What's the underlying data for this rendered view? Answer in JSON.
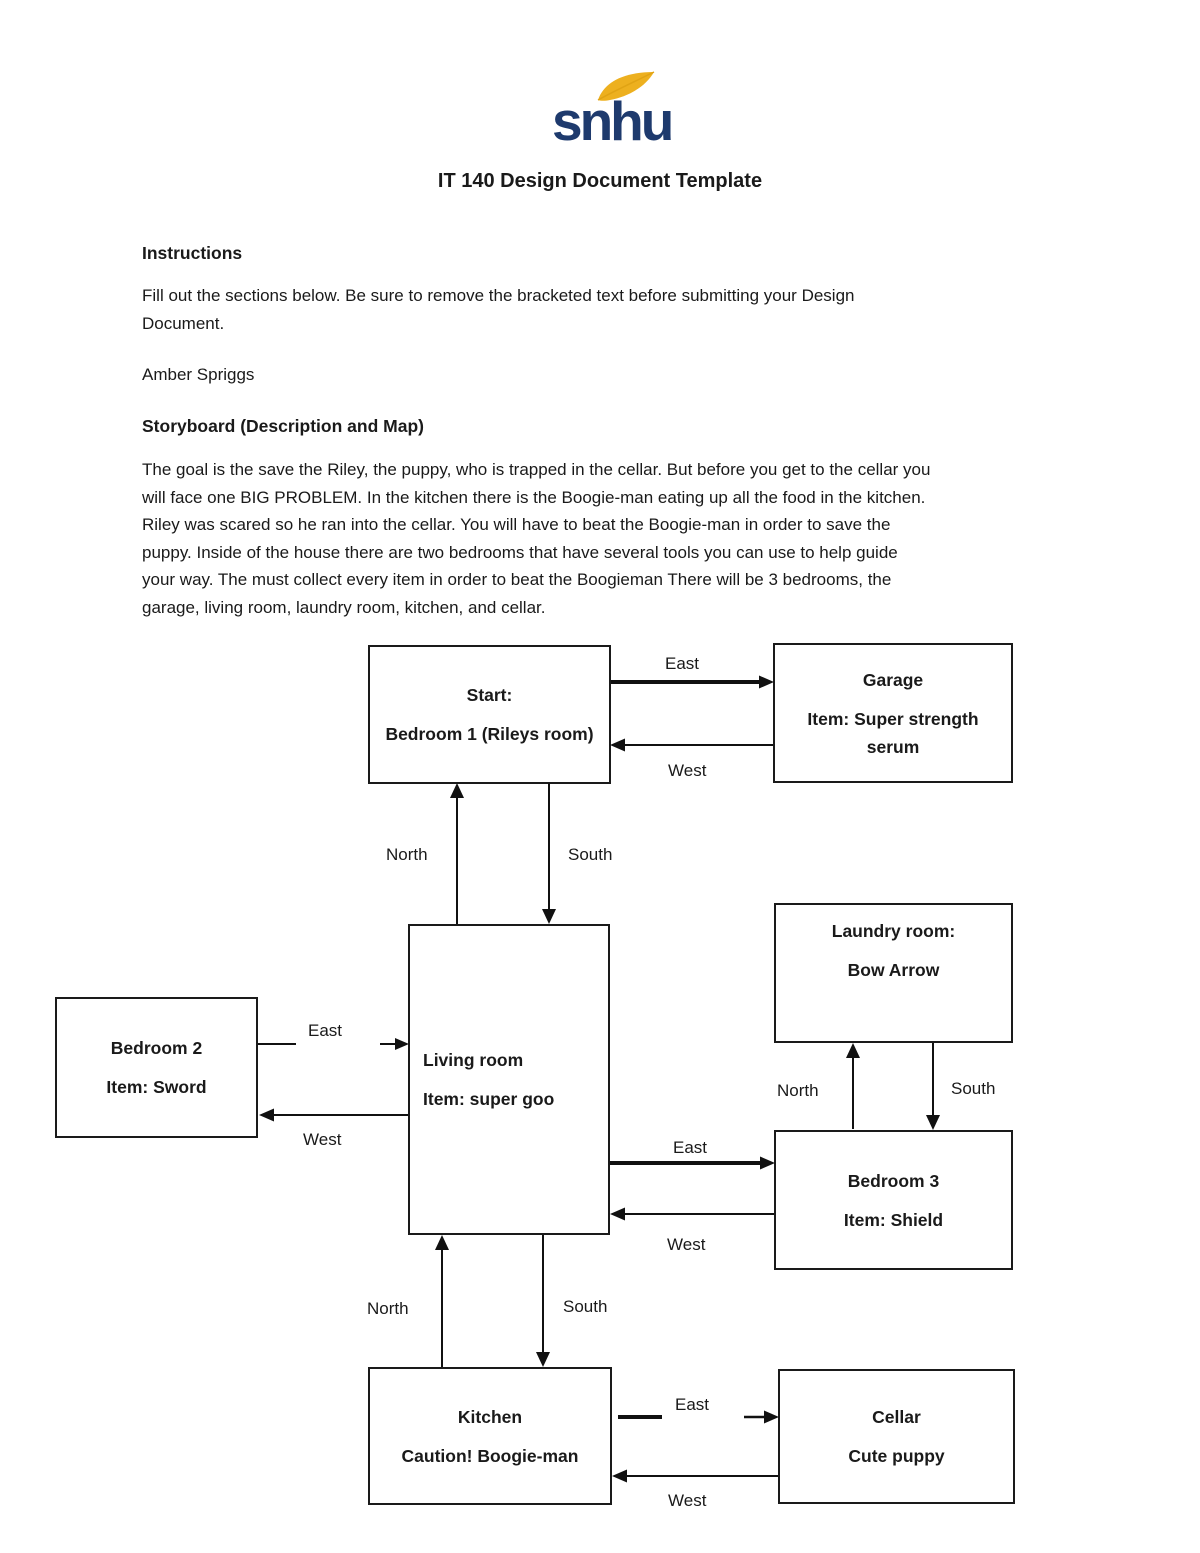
{
  "logo": {
    "text": "snhu"
  },
  "title": "IT 140 Design Document Template",
  "sections": {
    "instructions_heading": "Instructions",
    "instructions_lines": [
      "Fill out the sections below. Be sure to remove the bracketed text before submitting your Design",
      "Document."
    ],
    "author": "Amber Spriggs",
    "storyboard_heading": "Storyboard (Description and Map)",
    "storyboard_lines": [
      "The goal is the save the Riley, the puppy, who is trapped in the cellar. But before you get to the cellar you",
      "will face one BIG PROBLEM. In the kitchen there is the Boogie-man eating up all the food in the kitchen.",
      "Riley was scared so he ran into the cellar. You will have to beat the Boogie-man in order to save the",
      "puppy. Inside of the house there are two bedrooms that have several tools you can use to help guide",
      "your way. The must collect every item in order to beat the Boogieman There will be 3 bedrooms, the",
      "garage, living room, laundry room, kitchen, and cellar."
    ]
  },
  "diagram": {
    "rooms": {
      "bedroom1": {
        "line1": "Start:",
        "line2": "Bedroom 1 (Rileys room)"
      },
      "garage": {
        "line1": "Garage",
        "line2": "Item: Super strength serum"
      },
      "laundry": {
        "line1": "Laundry room:",
        "line2": "Bow Arrow"
      },
      "bedroom2": {
        "line1": "Bedroom 2",
        "line2": "Item: Sword"
      },
      "living": {
        "line1": "Living room",
        "line2": "Item: super goo"
      },
      "bedroom3": {
        "line1": "Bedroom 3",
        "line2": "Item: Shield"
      },
      "kitchen": {
        "line1": "Kitchen",
        "line2": "Caution! Boogie-man"
      },
      "cellar": {
        "line1": "Cellar",
        "line2": "Cute puppy"
      }
    },
    "labels": {
      "b1_garage_east": "East",
      "b1_garage_west": "West",
      "b1_living_north": "North",
      "b1_living_south": "South",
      "b2_living_east": "East",
      "b2_living_west": "West",
      "living_b3_east": "East",
      "living_b3_west": "West",
      "laundry_b3_north": "North",
      "laundry_b3_south": "South",
      "living_kitchen_north": "North",
      "living_kitchen_south": "South",
      "kitchen_cellar_east": "East",
      "kitchen_cellar_west": "West"
    }
  },
  "colors": {
    "logo_navy": "#1e3a6d",
    "logo_gold": "#edb01f",
    "ink": "#1a1a1a",
    "background": "#ffffff"
  }
}
